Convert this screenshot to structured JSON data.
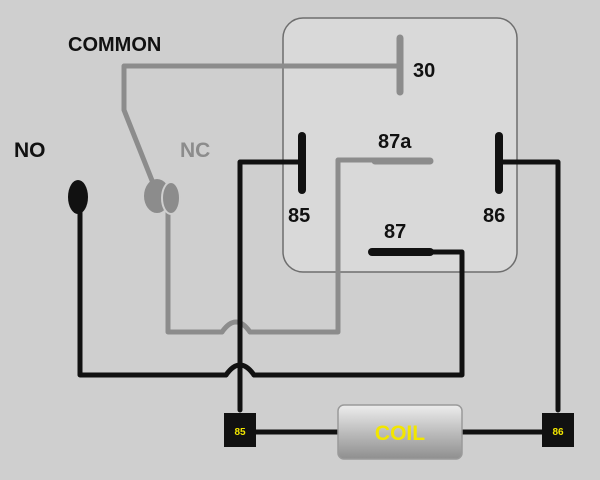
{
  "labels": {
    "common": "COMMON",
    "no": "NO",
    "nc": "NC",
    "pin_30": "30",
    "pin_87a": "87a",
    "pin_85": "85",
    "pin_86": "86",
    "pin_87": "87"
  },
  "terminals": {
    "left": "85",
    "right": "86"
  },
  "coil": {
    "label": "COIL"
  },
  "colors": {
    "background": "#cfcfcf",
    "relay_box": "#d9d9d9",
    "wire_active": "#111111",
    "wire_inactive": "#8c8c8c",
    "coil_text": "#f2e600"
  }
}
